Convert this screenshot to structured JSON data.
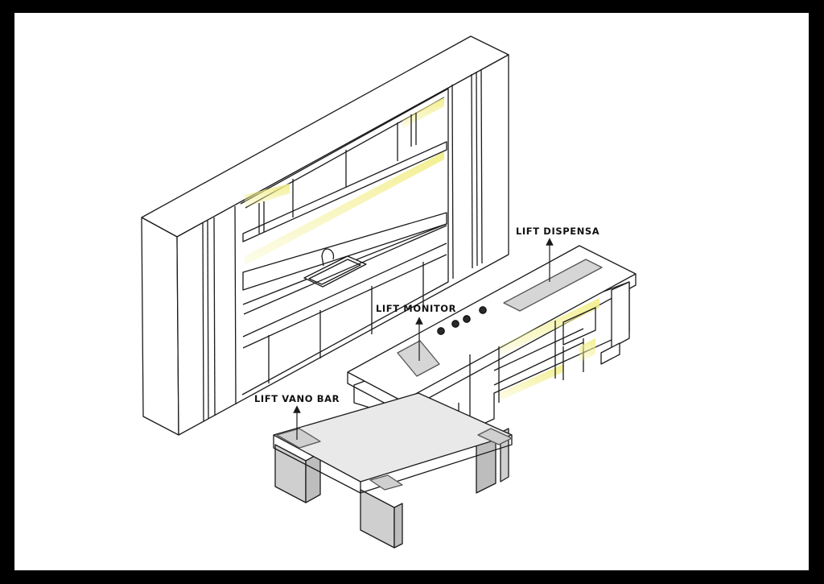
{
  "labels": {
    "lift_dispensa": "LIFT DISPENSA",
    "lift_monitor": "LIFT MONITOR",
    "lift_vano_bar": "LIFT VANO BAR"
  },
  "colors": {
    "frame": "#000000",
    "paper": "#ffffff",
    "line": "#1a1a1a",
    "led": "#f2ee8a",
    "lift_panel": "#d6d6d6",
    "table_top": "#e9e9e9",
    "table_leg": "#cfcfcf"
  }
}
